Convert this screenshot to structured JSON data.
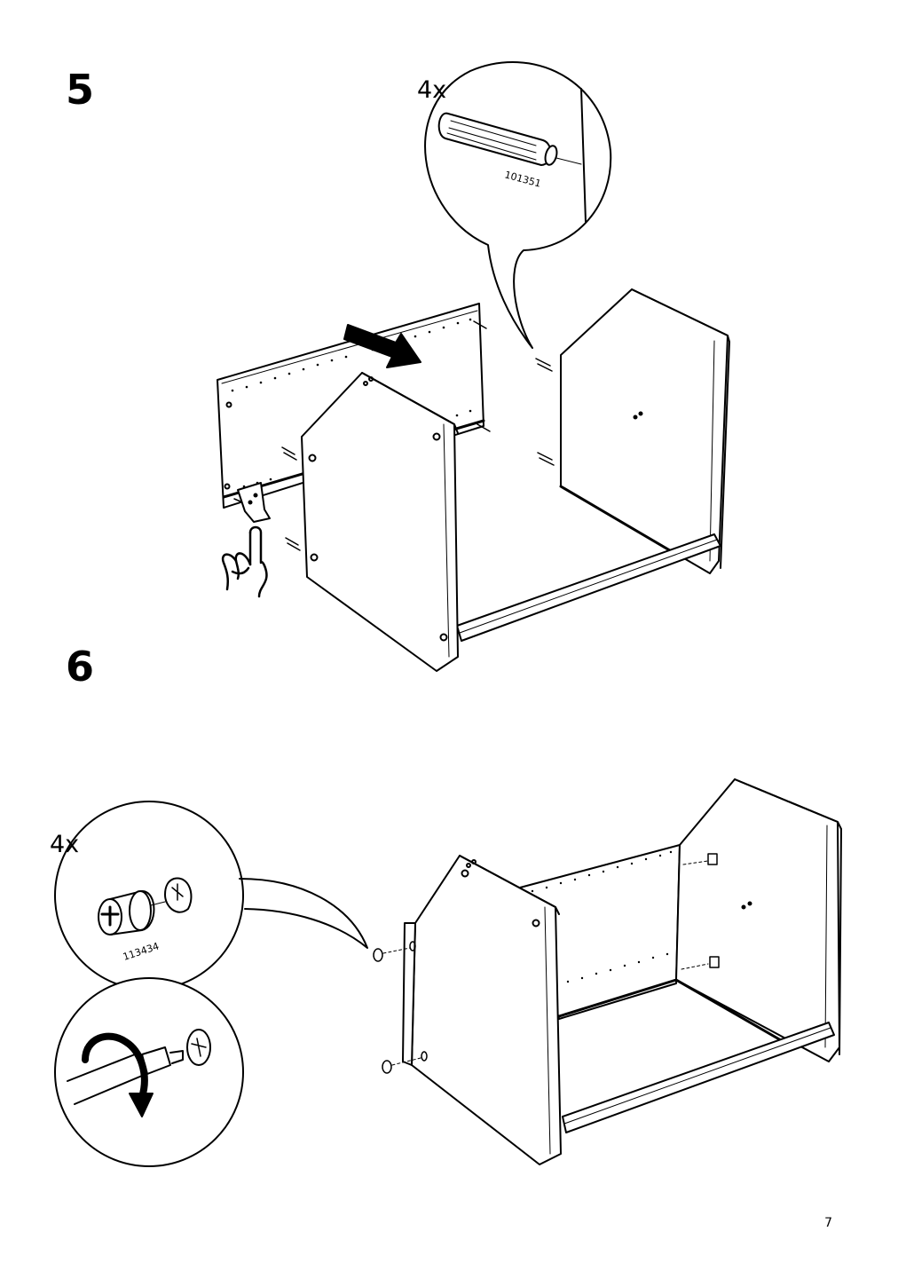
{
  "steps": [
    {
      "number": "5",
      "quantity": "4x",
      "part_number": "101351"
    },
    {
      "number": "6",
      "quantity": "4x",
      "part_number": "113434"
    }
  ],
  "page_number": "7",
  "icons": [
    "wooden-dowel-icon",
    "cam-lock-icon",
    "screwdriver-icon",
    "hand-pointer-icon",
    "push-arrow-icon",
    "rotate-arrow-icon"
  ]
}
